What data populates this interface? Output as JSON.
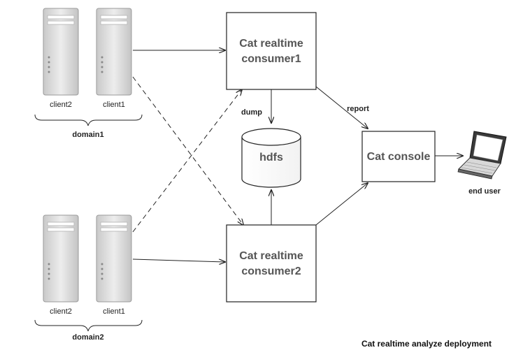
{
  "diagram": {
    "caption": "Cat realtime analyze deployment",
    "domains": [
      {
        "label": "domain1",
        "clients": [
          "client2",
          "client1"
        ]
      },
      {
        "label": "domain2",
        "clients": [
          "client2",
          "client1"
        ]
      }
    ],
    "consumer1": {
      "line1": "Cat realtime",
      "line2": "consumer1"
    },
    "consumer2": {
      "line1": "Cat realtime",
      "line2": "consumer2"
    },
    "hdfs": "hdfs",
    "console": "Cat console",
    "end_user": "end user",
    "edge_labels": {
      "dump": "dump",
      "report": "report"
    }
  }
}
